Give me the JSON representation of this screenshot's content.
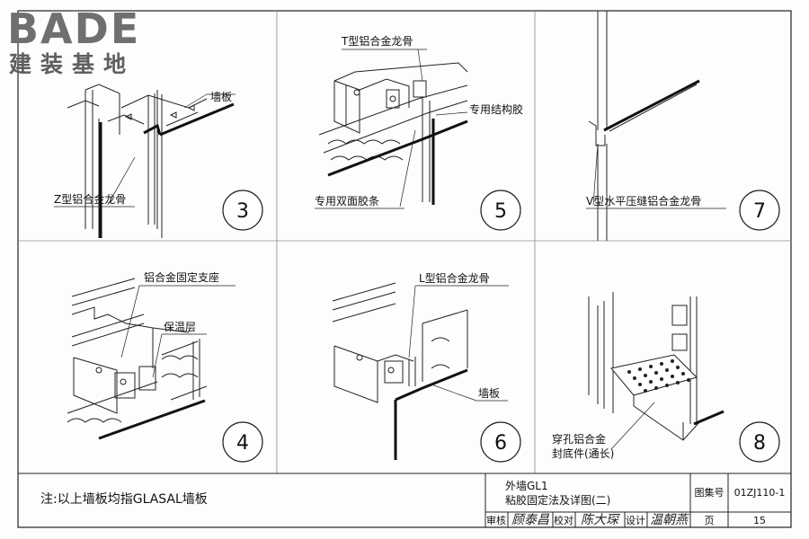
{
  "logo": {
    "main": "BADE",
    "sub": "建装基地"
  },
  "panels": [
    {
      "number": "3",
      "labels": [
        "墙板",
        "Z型铝合金龙骨"
      ]
    },
    {
      "number": "5",
      "labels": [
        "T型铝合金龙骨",
        "专用结构胶",
        "专用双面胶条"
      ]
    },
    {
      "number": "7",
      "labels": [
        "V型水平压缝铝合金龙骨"
      ]
    },
    {
      "number": "4",
      "labels": [
        "铝合金固定支座",
        "保温层"
      ]
    },
    {
      "number": "6",
      "labels": [
        "L型铝合金龙骨",
        "墙板"
      ]
    },
    {
      "number": "8",
      "labels": [
        "穿孔铝合金",
        "封底件(通长)"
      ]
    }
  ],
  "note": "注:以上墙板均指GLASAL墙板",
  "title_block": {
    "title_line1": "外墙GL1",
    "title_line2": "粘胶固定法及详图(二)",
    "atlas_label": "图集号",
    "atlas_no": "01ZJ110-1",
    "review_label": "审核",
    "review_sig": "顾泰昌",
    "check_label": "校对",
    "check_sig": "陈大琛",
    "design_label": "设计",
    "design_sig": "温朝燕",
    "page_label": "页",
    "page_no": "15"
  }
}
